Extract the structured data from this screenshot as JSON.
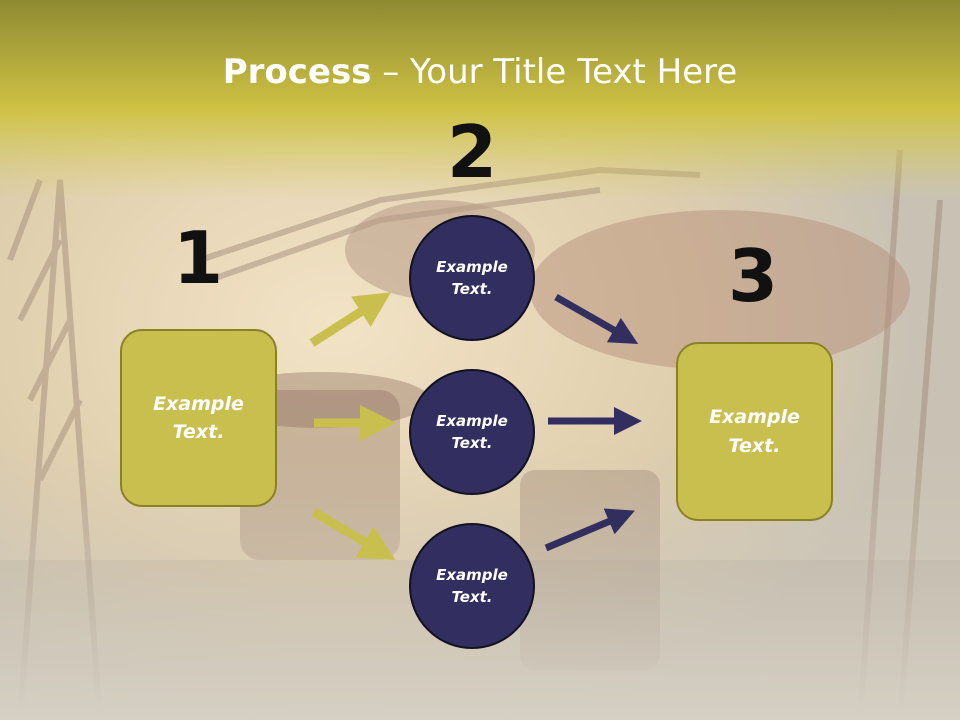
{
  "title": {
    "bold": "Process",
    "rest": " – Your Title Text Here"
  },
  "steps": {
    "one": {
      "number": "1",
      "box_text": "Example\nText."
    },
    "two": {
      "number": "2",
      "circles": [
        "Example\nText.",
        "Example\nText.",
        "Example\nText."
      ]
    },
    "three": {
      "number": "3",
      "box_text": "Example\nText."
    }
  },
  "colors": {
    "accent_yellow": "#c9bf4f",
    "accent_navy": "#322e60",
    "header_yellow": "#cfc244"
  }
}
